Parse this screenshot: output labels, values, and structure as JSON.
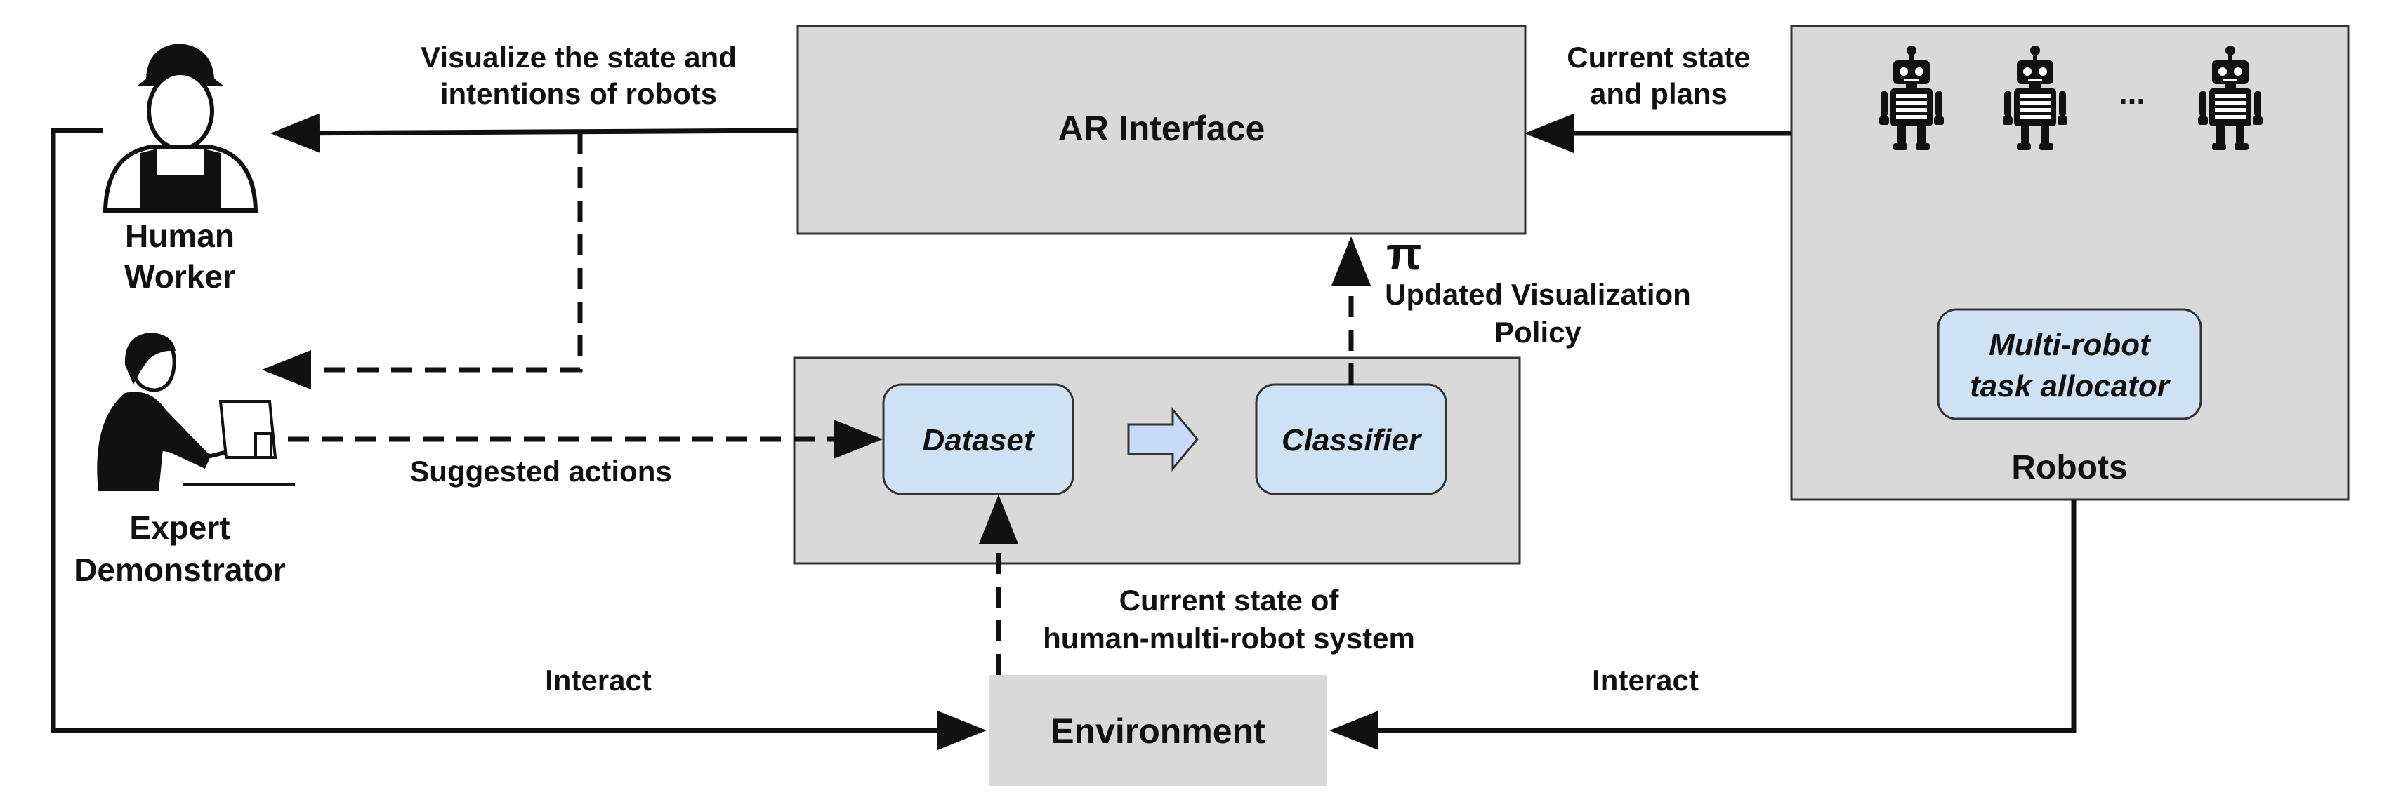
{
  "nodes": {
    "ar_interface": "AR Interface",
    "robots": "Robots",
    "task_allocator_line1": "Multi-robot",
    "task_allocator_line2": "task allocator",
    "dataset": "Dataset",
    "classifier": "Classifier",
    "environment": "Environment",
    "human_worker_line1": "Human",
    "human_worker_line2": "Worker",
    "expert_line1": "Expert",
    "expert_line2": "Demonstrator",
    "robot_ellipsis": "..."
  },
  "edges": {
    "visualize_line1": "Visualize the state and",
    "visualize_line2": "intentions of robots",
    "current_state_line1": "Current state",
    "current_state_line2": "and plans",
    "pi_symbol": "π",
    "policy_line1": "Updated Visualization",
    "policy_line2": "Policy",
    "suggested": "Suggested actions",
    "system_state_line1": "Current state of",
    "system_state_line2": "human-multi-robot system",
    "interact_left": "Interact",
    "interact_right": "Interact"
  },
  "colors": {
    "gray_box": "#d9d9d9",
    "blue_box": "#cfe2f3",
    "arrow_fill": "#c9daf8",
    "stroke": "#111111"
  }
}
